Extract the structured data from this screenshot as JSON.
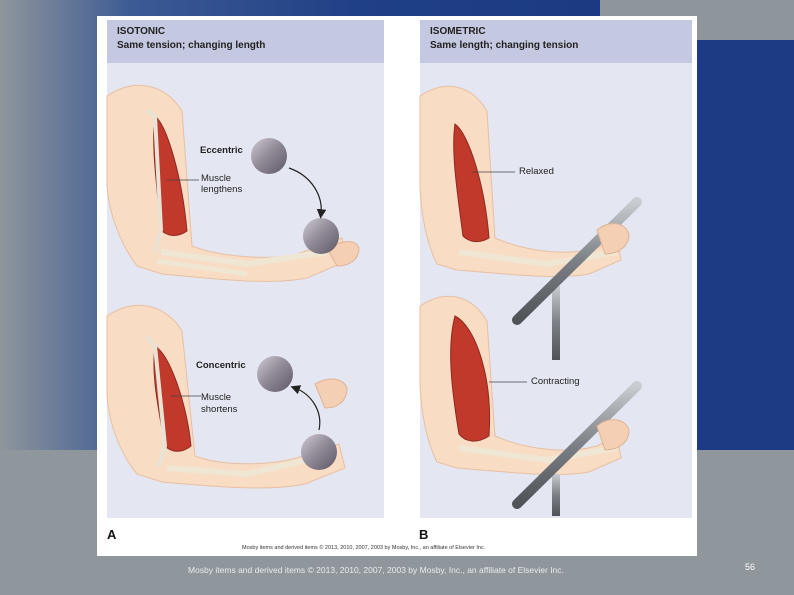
{
  "panel_a": {
    "title": "ISOTONIC",
    "subtitle": "Same tension; changing length",
    "label_eccentric": "Eccentric",
    "label_lengthens_1": "Muscle",
    "label_lengthens_2": "lengthens",
    "label_concentric": "Concentric",
    "label_shortens_1": "Muscle",
    "label_shortens_2": "shortens",
    "letter": "A"
  },
  "panel_b": {
    "title": "ISOMETRIC",
    "subtitle": "Same length; changing tension",
    "label_relaxed": "Relaxed",
    "label_contracting": "Contracting",
    "letter": "B"
  },
  "figure_credit": "Mosby items and derived items © 2013, 2010, 2007, 2003 by Mosby, Inc., an affiliate of Elsevier Inc.",
  "footer_text": "Mosby items and derived items © 2013, 2010, 2007, 2003 by Mosby, Inc., an affiliate of Elsevier Inc.",
  "page_number": "56",
  "colors": {
    "slide_blue": "#1f3f86",
    "slide_gray": "#8f969c",
    "header": "#c4c8e0",
    "panel": "#e4e7f2",
    "muscle": "#c0392b",
    "skin": "#f8dcc4"
  }
}
